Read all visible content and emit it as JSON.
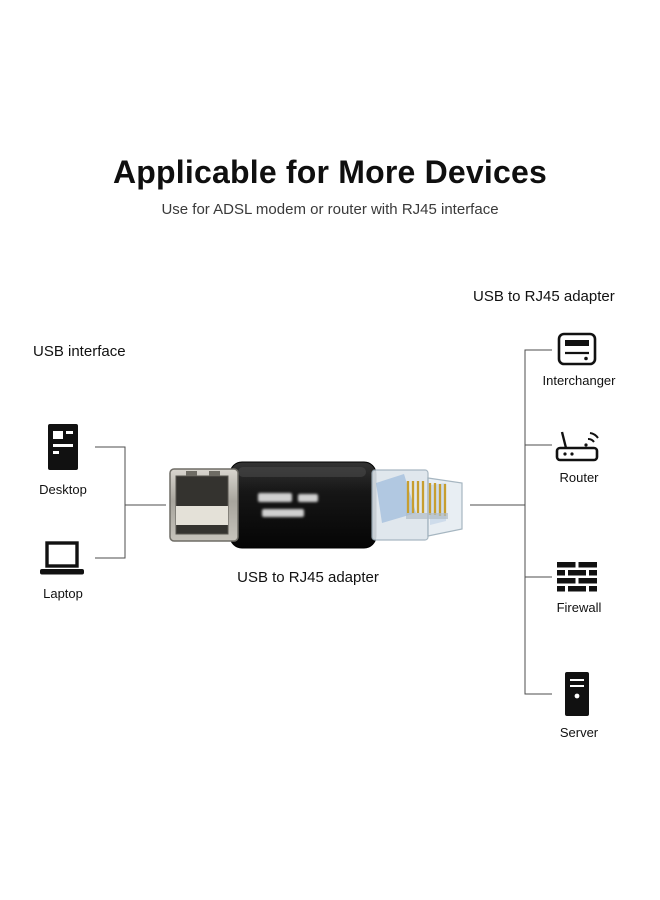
{
  "title": "Applicable for More Devices",
  "subtitle": "Use for ADSL modem or router with RJ45 interface",
  "left": {
    "label": "USB interface",
    "items": [
      {
        "name": "Desktop",
        "icon": "desktop-icon"
      },
      {
        "name": "Laptop",
        "icon": "laptop-icon"
      }
    ]
  },
  "center": {
    "caption": "USB to RJ45 adapter",
    "product": "USB female to RJ45 male adapter"
  },
  "right": {
    "label": "USB to RJ45 adapter",
    "items": [
      {
        "name": "Interchanger",
        "icon": "interchanger-icon"
      },
      {
        "name": "Router",
        "icon": "router-icon"
      },
      {
        "name": "Firewall",
        "icon": "firewall-icon"
      },
      {
        "name": "Server",
        "icon": "server-icon"
      }
    ]
  },
  "colors": {
    "text": "#111111",
    "connector_line": "#4d4d4d",
    "rj45_pins_gold": "#c79e2f",
    "usb_shell_silver": "#b5b2aa",
    "adapter_body_black": "#141414"
  }
}
